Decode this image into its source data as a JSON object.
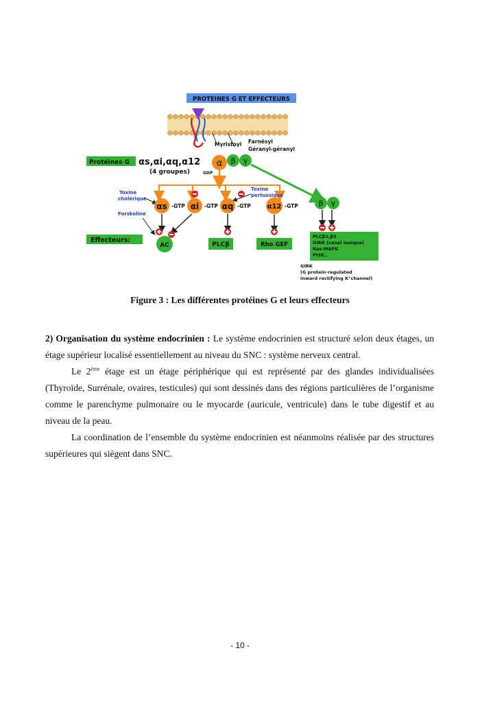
{
  "figure": {
    "banner": "PROTEINES G ET EFFECTEURS",
    "myristoyl": "Myristoyl",
    "farnesyl": "Farnésyl",
    "geranyl": "Géranyl-géranyl",
    "proteines_g_label": "Protéines G",
    "alpha_list": "αs,αi,αq,α12",
    "groups": "(4 groupes)",
    "gdp": "GDP",
    "alpha": "α",
    "beta": "β",
    "gamma": "γ",
    "toxine_cholerique": [
      "Toxine",
      "cholérique"
    ],
    "toxine_pertussique": [
      "Toxine",
      "pertussique"
    ],
    "forskoline": "Forskoline",
    "as": "αs",
    "ai": "αi",
    "aq": "αq",
    "a12": "α12",
    "gtp": "-GTP",
    "effecteurs_label": "Effecteurs:",
    "ac": "AC",
    "plcb": "PLCβ",
    "rho_gef": "Rho GEF",
    "bg_effectors": [
      "PLCβ1,β3",
      "GIRK (canal ionique)",
      "Ras-MAPK",
      "PI3K.."
    ],
    "girk_note": [
      "GIRK",
      "(G protein-regulated",
      "inward rectifying K⁺channel)"
    ]
  },
  "caption": "Figure 3 : Les différentes protéines G et leurs effecteurs",
  "section": {
    "heading": "2) Organisation du système endocrinien :",
    "p1": " Le système endocrinien est structuré selon deux étages, un étage supérieur localisé essentiellement au niveau du SNC : système nerveux central.",
    "p2_prefix": "Le 2",
    "p2_sup": "ème",
    "p2_rest": " étage est un étage périphérique qui est représenté par des glandes individualisées (Thyroïde, Surrénale, ovaires, testicules) qui sont dessinés dans des régions particulières de l’organisme comme le parenchyme pulmonaire ou le myocarde (auricule, ventricule) dans le tube digestif et au niveau de la peau.",
    "p3": "La coordination de l’ensemble du système endocrinien est néanmoins réalisée par des structures supérieures qui siègent dans SNC."
  },
  "footer": "- 10 -",
  "colors": {
    "banner_bg": "#5b8fe8",
    "green": "#33b233",
    "orange": "#f08a1c",
    "red": "#d42020",
    "blue_text": "#1f3fbf",
    "membrane": "#e2b35a"
  }
}
